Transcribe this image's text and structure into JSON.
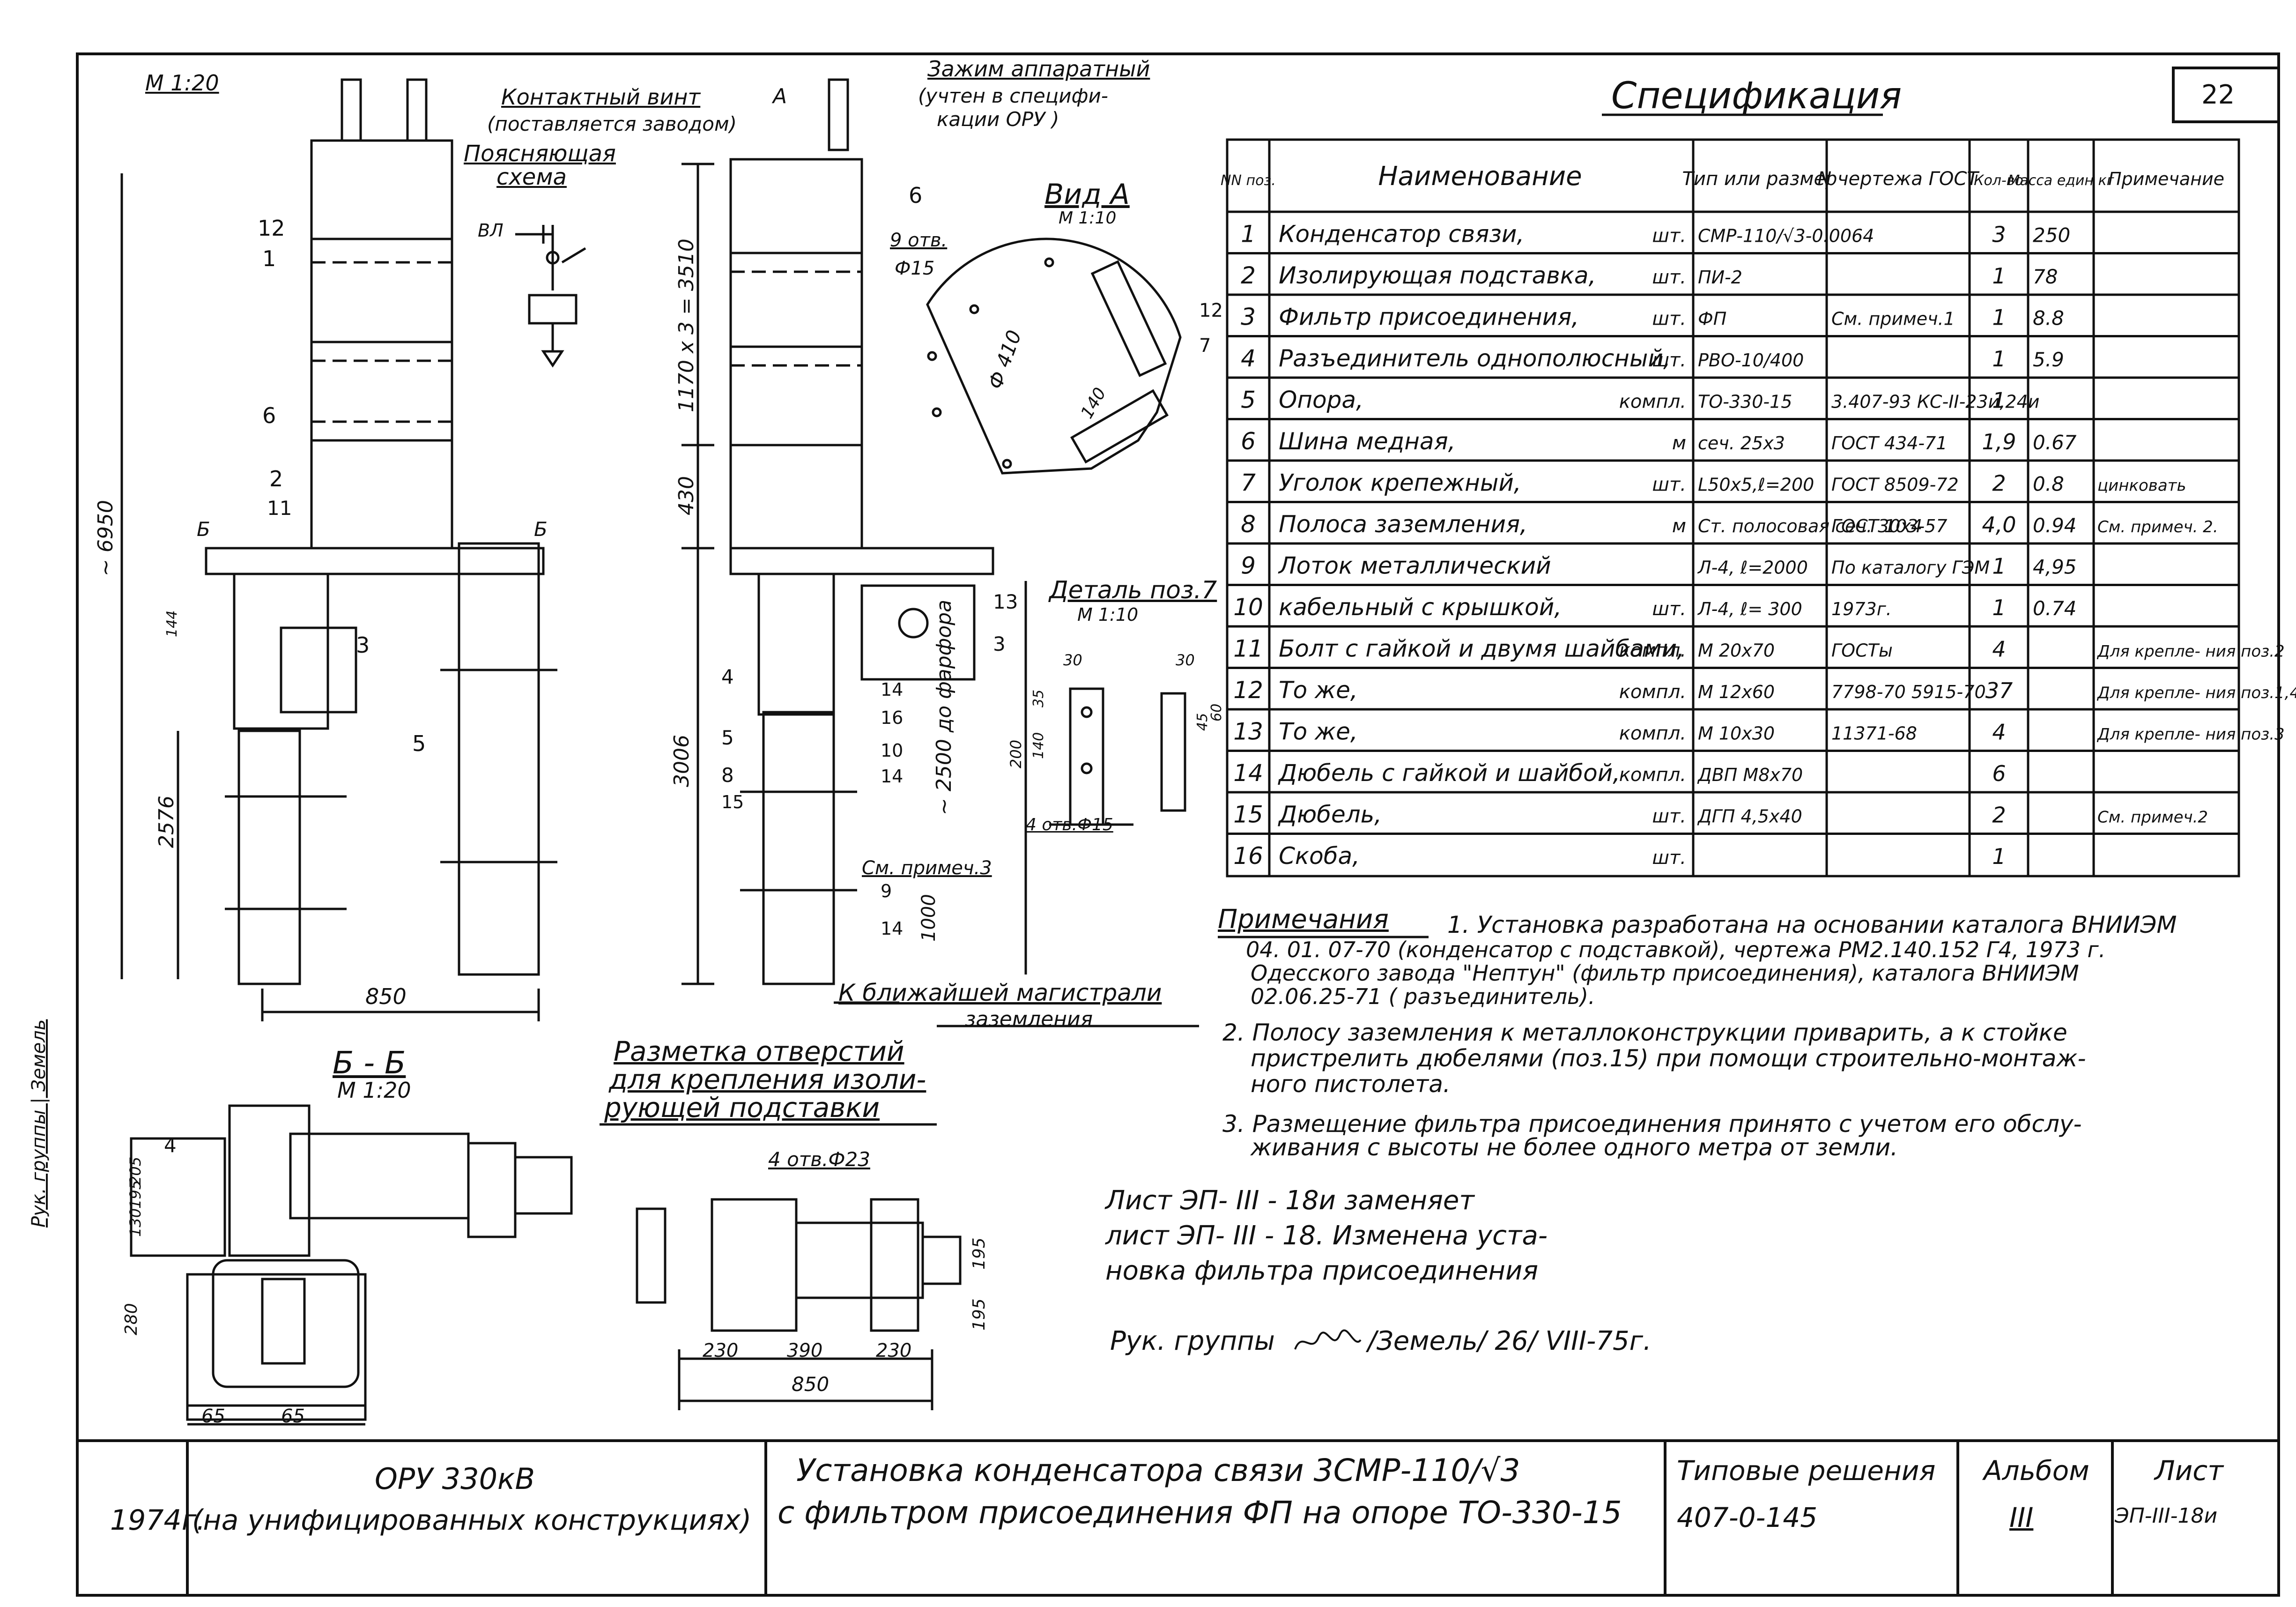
{
  "scale_main": "М 1:20",
  "sheet_number": "22",
  "callouts": {
    "contact_screw": "Контактный винт",
    "contact_screw_letter": "А",
    "contact_screw_note": "(поставляется заводом)",
    "clamp_title": "Зажим аппаратный",
    "clamp_note1": "(учтен в специфи-",
    "clamp_note2": "кации ОРУ )",
    "explain_title1": "Поясняющая",
    "explain_title2": "схема",
    "vl": "ВЛ",
    "view_a_title": "Вид А",
    "view_a_scale": "М 1:10",
    "holes9": "9 отв.",
    "holes9_d": "Ф15",
    "d410": "Ф 410",
    "d140": "140",
    "detail_title": "Деталь поз.7",
    "detail_scale": "М 1:10",
    "holes4": "4 отв.Ф15",
    "to_trunk1": "К ближайшей магистрали",
    "to_trunk2": "заземления",
    "see_note3": "См. примеч.3",
    "to_headlight": "~ 2500  до фарфора",
    "section_bb": "Б - Б",
    "section_scale": "М 1:20",
    "holes_layout1": "Разметка отверстий",
    "holes_layout2": "для крепления изоли-",
    "holes_layout3": "рующей подставки",
    "holes23": "4 отв.Ф23"
  },
  "dimensions": {
    "h_total": "~ 6950",
    "h_3510": "1170 x 3 = 3510",
    "h_430": "430",
    "h_3006": "3006",
    "h_2576": "2576",
    "h_1000": "1000",
    "w_850": "850",
    "w_850b": "850",
    "w_230a": "230",
    "w_390": "390",
    "w_230b": "230",
    "w_65a": "65",
    "w_65b": "65",
    "d_205": "205",
    "d_130": "130",
    "d_195a": "195",
    "d_280": "280",
    "d_195b": "195",
    "d_195c": "195",
    "d_144": "144",
    "det_30a": "30",
    "det_30b": "30",
    "det_35": "35",
    "det_140": "140",
    "det_200": "200",
    "det_45": "45",
    "det_60": "60",
    "sec_b": "Б",
    "sec_b2": "Б"
  },
  "spec": {
    "title": "Спецификация",
    "headers": {
      "pos": "NN поз.",
      "name": "Наименование",
      "type": "Тип или размер",
      "drawing": "N чертежа ГОСТ",
      "qty": "Кол-во",
      "mass": "Масса един кг",
      "note": "Примечание"
    },
    "rows": [
      {
        "n": "1",
        "name": "Конденсатор связи,",
        "unit": "шт.",
        "type": "СМР-110/√3-0.0064",
        "drawing": "",
        "qty": "3",
        "mass": "250",
        "note": ""
      },
      {
        "n": "2",
        "name": "Изолирующая подставка,",
        "unit": "шт.",
        "type": "ПИ-2",
        "drawing": "",
        "qty": "1",
        "mass": "78",
        "note": ""
      },
      {
        "n": "3",
        "name": "Фильтр присоединения,",
        "unit": "шт.",
        "type": "ФП",
        "drawing": "См. примеч.1",
        "qty": "1",
        "mass": "8.8",
        "note": ""
      },
      {
        "n": "4",
        "name": "Разъединитель однополюсный,",
        "unit": "шт.",
        "type": "РВО-10/400",
        "drawing": "",
        "qty": "1",
        "mass": "5.9",
        "note": ""
      },
      {
        "n": "5",
        "name": "Опора,",
        "unit": "компл.",
        "type": "ТО-330-15",
        "drawing": "3.407-93 КС-II-23и,24и",
        "qty": "1",
        "mass": "",
        "note": ""
      },
      {
        "n": "6",
        "name": "Шина медная,",
        "unit": "м",
        "type": "сеч. 25x3",
        "drawing": "ГОСТ 434-71",
        "qty": "1,9",
        "mass": "0.67",
        "note": ""
      },
      {
        "n": "7",
        "name": "Уголок крепежный,",
        "unit": "шт.",
        "type": "L50x5,ℓ=200",
        "drawing": "ГОСТ 8509-72",
        "qty": "2",
        "mass": "0.8",
        "note": "цинковать"
      },
      {
        "n": "8",
        "name": "Полоса заземления,",
        "unit": "м",
        "type": "Ст. полосовая сеч. 30x4",
        "drawing": "ГОСТ 103-57",
        "qty": "4,0",
        "mass": "0.94",
        "note": "См. примеч. 2."
      },
      {
        "n": "9",
        "name": "Лоток металлический",
        "unit": "",
        "type": "Л-4, ℓ=2000",
        "drawing": "По каталогу ГЭМ",
        "qty": "1",
        "mass": "4,95",
        "note": ""
      },
      {
        "n": "10",
        "name": "кабельный с крышкой,",
        "unit": "шт.",
        "type": "Л-4, ℓ= 300",
        "drawing": "1973г.",
        "qty": "1",
        "mass": "0.74",
        "note": ""
      },
      {
        "n": "11",
        "name": "Болт с гайкой и двумя шайбами,",
        "unit": "компл.",
        "type": "М 20x70",
        "drawing": "ГОСТы",
        "qty": "4",
        "mass": "",
        "note": "Для крепле- ния поз.2"
      },
      {
        "n": "12",
        "name": "То же,",
        "unit": "компл.",
        "type": "М 12x60",
        "drawing": "7798-70 5915-70",
        "qty": "37",
        "mass": "",
        "note": "Для крепле- ния поз.1,4,7"
      },
      {
        "n": "13",
        "name": "То же,",
        "unit": "компл.",
        "type": "М 10x30",
        "drawing": "11371-68",
        "qty": "4",
        "mass": "",
        "note": "Для крепле- ния поз.3"
      },
      {
        "n": "14",
        "name": "Дюбель с гайкой и шайбой,",
        "unit": "компл.",
        "type": "ДВП М8x70",
        "drawing": "",
        "qty": "6",
        "mass": "",
        "note": ""
      },
      {
        "n": "15",
        "name": "Дюбель,",
        "unit": "шт.",
        "type": "ДГП 4,5x40",
        "drawing": "",
        "qty": "2",
        "mass": "",
        "note": "См. примеч.2"
      },
      {
        "n": "16",
        "name": "Скоба,",
        "unit": "шт.",
        "type": "",
        "drawing": "",
        "qty": "1",
        "mass": "",
        "note": ""
      }
    ]
  },
  "notes": {
    "title": "Примечания",
    "n1_l1": "1. Установка разработана на основании каталога ВНИИЭМ",
    "n1_l2": "04. 01. 07-70 (конденсатор с подставкой), чертежа РМ2.140.152 Г4, 1973 г.",
    "n1_l3": "Одесского завода \"Нептун\" (фильтр присоединения), каталога ВНИИЭМ",
    "n1_l4": "02.06.25-71 ( разъединитель).",
    "n2_l1": "2. Полосу заземления к металлоконструкции приварить, а к стойке",
    "n2_l2": "пристрелить дюбелями (поз.15) при помощи строительно-монтаж-",
    "n2_l3": "ного пистолета.",
    "n3_l1": "3. Размещение фильтра присоединения принято с учетом его обслу-",
    "n3_l2": "живания с высоты не более одного метра от земли."
  },
  "replacement": {
    "l1": "Лист   ЭП- III - 18и   заменяет",
    "l2": "лист   ЭП- III - 18.   Изменена уста-",
    "l3": "новка   фильтра   присоединения"
  },
  "head_sign": "Рук. группы",
  "head_sign_rest": "/Земель/ 26/ VIII-75г.",
  "side_stamp": "Рук. группы | Земель",
  "title_block": {
    "year": "1974г.",
    "org_l1": "ОРУ 330кВ",
    "org_l2": "(на унифицированных конструкциях)",
    "subject_l1": "Установка конденсатора связи 3СМР-110/√3",
    "subject_l2": "с фильтром присоединения ФП на опоре ТО-330-15",
    "typical_label": "Типовые решения",
    "typical_value": "407-0-145",
    "album_label": "Альбом",
    "album_value": "III",
    "sheet_label": "Лист",
    "sheet_value": "ЭП-III-18и"
  },
  "position_marks": [
    "1",
    "2",
    "3",
    "4",
    "5",
    "6",
    "7",
    "8",
    "9",
    "10",
    "11",
    "12",
    "13",
    "14",
    "15",
    "16"
  ]
}
